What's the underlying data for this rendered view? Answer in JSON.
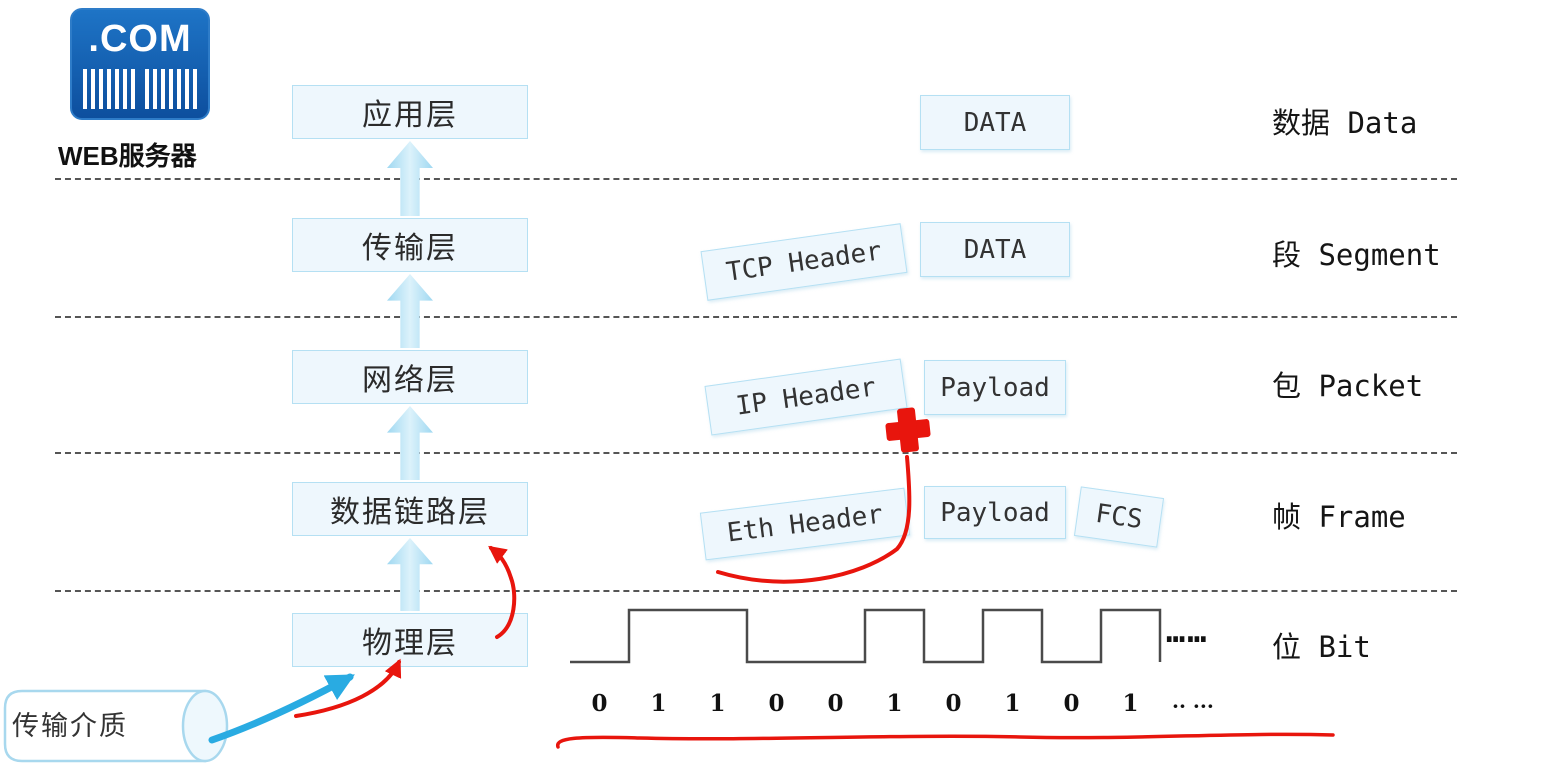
{
  "server": {
    "logo_text": ".COM",
    "label": "WEB服务器"
  },
  "layers": [
    {
      "id": "application",
      "label": "应用层"
    },
    {
      "id": "transport",
      "label": "传输层"
    },
    {
      "id": "network",
      "label": "网络层"
    },
    {
      "id": "datalink",
      "label": "数据链路层"
    },
    {
      "id": "physical",
      "label": "物理层"
    }
  ],
  "encapsulation": {
    "data_row": {
      "data_box": "DATA",
      "label": "数据 Data"
    },
    "segment_row": {
      "header_box": "TCP Header",
      "data_box": "DATA",
      "label": "段 Segment"
    },
    "packet_row": {
      "header_box": "IP Header",
      "payload_box": "Payload",
      "label": "包 Packet"
    },
    "frame_row": {
      "header_box": "Eth Header",
      "payload_box": "Payload",
      "fcs_box": "FCS",
      "label": "帧 Frame"
    },
    "bit_row": {
      "label": "位 Bit",
      "ellipsis": "……",
      "bits": [
        "0",
        "1",
        "1",
        "0",
        "0",
        "1",
        "0",
        "1",
        "0",
        "1"
      ],
      "bits_ellipsis": "·· ···"
    }
  },
  "medium": {
    "label": "传输介质"
  },
  "colors": {
    "box_fill": "#eef7fd",
    "box_border": "#b5e0f3",
    "arrow_blue": "#29abe2",
    "annotation_red": "#e8150d",
    "logo_blue": "#0d4f9e",
    "waveform_stroke": "#4a4a4a"
  }
}
